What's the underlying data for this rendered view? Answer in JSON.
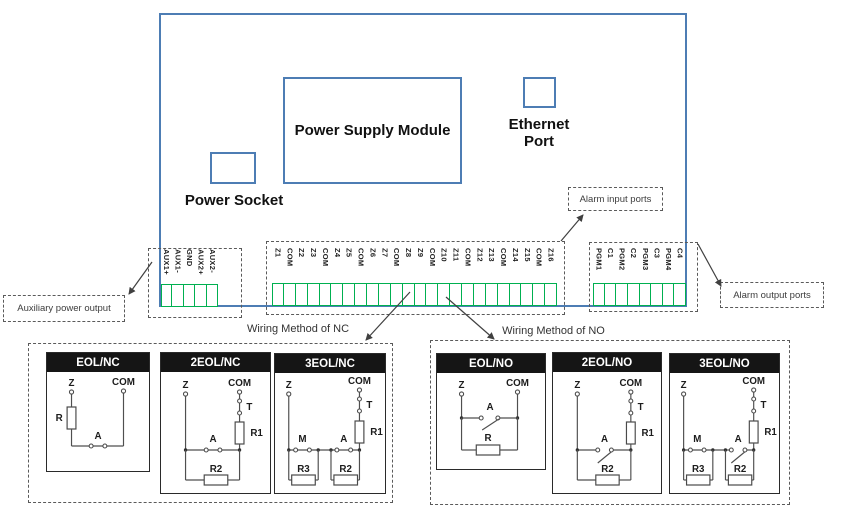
{
  "colors": {
    "board_blue": "#4d7db4",
    "terminal_green": "#00b050",
    "dash_gray": "#5a5a5a"
  },
  "board": {
    "power_supply_module": "Power Supply Module",
    "ethernet_port": "Ethernet Port",
    "power_socket": "Power Socket"
  },
  "callouts": {
    "auxiliary_power_output": "Auxiliary power output",
    "alarm_input_ports": "Alarm input ports",
    "alarm_output_ports": "Alarm output ports"
  },
  "terminal_strips": {
    "aux": {
      "labels": [
        "AUX1+",
        "AUX1-",
        "GND",
        "AUX2+",
        "AUX2-"
      ]
    },
    "zones": {
      "labels": [
        "Z1",
        "COM",
        "Z2",
        "Z3",
        "COM",
        "Z4",
        "Z5",
        "COM",
        "Z6",
        "Z7",
        "COM",
        "Z8",
        "Z9",
        "COM",
        "Z10",
        "Z11",
        "COM",
        "Z12",
        "Z13",
        "COM",
        "Z14",
        "Z15",
        "COM",
        "Z16"
      ]
    },
    "pgm": {
      "labels": [
        "PGM1",
        "C1",
        "PGM2",
        "C2",
        "PGM3",
        "C3",
        "PGM4",
        "C4"
      ]
    }
  },
  "wiring_sections": [
    {
      "id": "nc",
      "caption": "Wiring Method of NC",
      "diagrams": [
        {
          "title": "EOL/NC",
          "type": "eol_series",
          "mode": "nc",
          "labels": {
            "z": "Z",
            "com": "COM",
            "a": "A",
            "r": "R"
          }
        },
        {
          "title": "2EOL/NC",
          "type": "two_eol",
          "mode": "nc",
          "labels": {
            "z": "Z",
            "com": "COM",
            "t": "T",
            "r1": "R1",
            "a": "A",
            "r2": "R2"
          }
        },
        {
          "title": "3EOL/NC",
          "type": "three_eol",
          "mode": "nc",
          "labels": {
            "z": "Z",
            "com": "COM",
            "t": "T",
            "r1": "R1",
            "m": "M",
            "a": "A",
            "r3": "R3",
            "r2": "R2"
          }
        }
      ]
    },
    {
      "id": "no",
      "caption": "Wiring Method of NO",
      "diagrams": [
        {
          "title": "EOL/NO",
          "type": "eol_parallel",
          "mode": "no",
          "labels": {
            "z": "Z",
            "com": "COM",
            "a": "A",
            "r": "R"
          }
        },
        {
          "title": "2EOL/NO",
          "type": "two_eol",
          "mode": "no",
          "labels": {
            "z": "Z",
            "com": "COM",
            "t": "T",
            "r1": "R1",
            "a": "A",
            "r2": "R2"
          }
        },
        {
          "title": "3EOL/NO",
          "type": "three_eol",
          "mode": "no",
          "labels": {
            "z": "Z",
            "com": "COM",
            "t": "T",
            "r1": "R1",
            "m": "M",
            "a": "A",
            "r3": "R3",
            "r2": "R2"
          }
        }
      ]
    }
  ]
}
